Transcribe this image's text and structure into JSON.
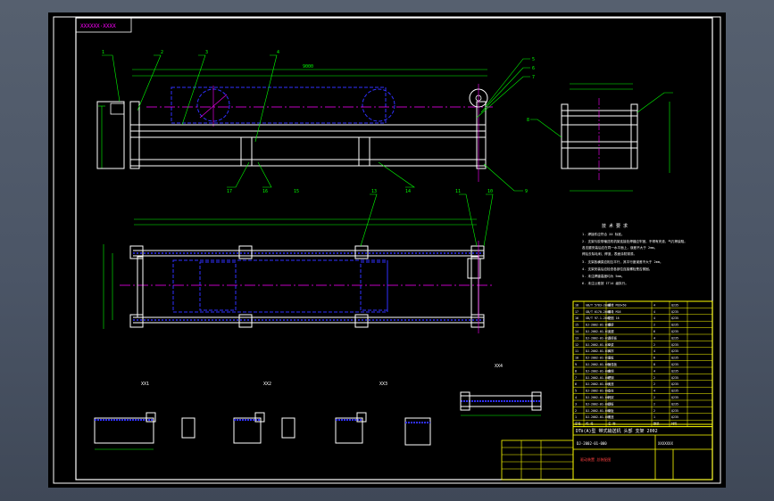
{
  "drawing": {
    "corner_tag": "XXXXXX·XXXX",
    "total_length": "9000",
    "section_labels": [
      "XX1",
      "XX2",
      "XX3",
      "XX4"
    ],
    "tech_notes_title": "技 术 要 求",
    "tech_notes": [
      "1. 焊接件应符合 XX 标准。",
      "2. 支架与胶带输送机机架连接处焊缝应牢固，不得有夹渣、气孔等缺陷。",
      "   各支腿安装后应在同一水平面上，误差不大于 2mm。",
      "   焊后去除毛刺、焊渣，表面涂防锈漆。",
      "3. 支架各横梁应相互平行，其平行度误差不大于 2mm。",
      "4. 支架安装后应检查各部位连接螺栓是否紧固。",
      "5. 未注焊缝高度均为 5mm。",
      "6. 未注公差按 IT14 级执行。"
    ],
    "title_block": {
      "drawing_title": "DTⅡ(A)型 带式输送机 头部 支架 2002",
      "drawing_number": "DJ-2002-01-000",
      "company": "XXXXXXX",
      "assembly_name": "驱动装置 总装配图"
    }
  },
  "parts_list": {
    "rows": [
      {
        "no": "18",
        "code": "GB/T 5783-2000",
        "name": "螺栓 M16×50",
        "qty": "4",
        "material": "Q235"
      },
      {
        "no": "17",
        "code": "GB/T 6170-2000",
        "name": "螺母 M16",
        "qty": "4",
        "material": "Q235"
      },
      {
        "no": "16",
        "code": "GB/T 97.1-2002",
        "name": "垫圈 16",
        "qty": "4",
        "material": "Q235"
      },
      {
        "no": "15",
        "code": "DJ-2002-01-015",
        "name": "横梁",
        "qty": "2",
        "material": "Q235"
      },
      {
        "no": "14",
        "code": "DJ-2002-01-014",
        "name": "支腿",
        "qty": "6",
        "material": "Q235"
      },
      {
        "no": "13",
        "code": "DJ-2002-01-013",
        "name": "连接板",
        "qty": "4",
        "material": "Q235"
      },
      {
        "no": "12",
        "code": "DJ-2002-01-012",
        "name": "纵梁",
        "qty": "2",
        "material": "Q235"
      },
      {
        "no": "11",
        "code": "DJ-2002-01-011",
        "name": "斜撑",
        "qty": "4",
        "material": "Q235"
      },
      {
        "no": "10",
        "code": "DJ-2002-01-010",
        "name": "底板",
        "qty": "6",
        "material": "Q235"
      },
      {
        "no": "9",
        "code": "DJ-2002-01-009",
        "name": "加强板",
        "qty": "8",
        "material": "Q235"
      },
      {
        "no": "8",
        "code": "DJ-2002-01-008",
        "name": "角钢",
        "qty": "4",
        "material": "Q235"
      },
      {
        "no": "7",
        "code": "DJ-2002-01-007",
        "name": "槽钢",
        "qty": "2",
        "material": "Q235"
      },
      {
        "no": "6",
        "code": "DJ-2002-01-006",
        "name": "支座",
        "qty": "2",
        "material": "Q235"
      },
      {
        "no": "5",
        "code": "DJ-2002-01-005",
        "name": "立柱",
        "qty": "4",
        "material": "Q235"
      },
      {
        "no": "4",
        "code": "DJ-2002-01-004",
        "name": "托架",
        "qty": "2",
        "material": "Q235"
      },
      {
        "no": "3",
        "code": "DJ-2002-01-003",
        "name": "顶板",
        "qty": "2",
        "material": "Q235"
      },
      {
        "no": "2",
        "code": "DJ-2002-01-002",
        "name": "侧板",
        "qty": "2",
        "material": "Q235"
      },
      {
        "no": "1",
        "code": "DJ-2002-01-001",
        "name": "底座",
        "qty": "1",
        "material": "Q235"
      }
    ],
    "header": {
      "no": "序号",
      "code": "代 号",
      "name": "名 称",
      "qty": "数量",
      "material": "材料"
    }
  },
  "colors": {
    "sheet": "#000000",
    "border": "#ffffff",
    "outline": "#ffffff",
    "dimension": "#00ff00",
    "center_line": "#ff00ff",
    "hidden_line": "#3030ff",
    "table": "#ffff00",
    "text": "#ffffff",
    "accent": "#ff4040"
  }
}
